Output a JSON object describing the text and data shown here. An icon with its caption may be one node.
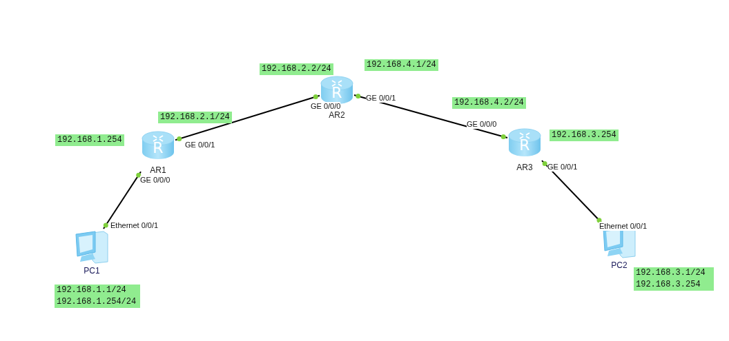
{
  "diagram": {
    "nodes": [
      {
        "text": [
          "PC1"
        ]
      },
      {
        "text": [
          "R",
          "AR1"
        ]
      },
      {
        "text": [
          "R",
          "AR2"
        ]
      },
      {
        "text": [
          "R",
          "AR3"
        ]
      },
      {
        "text": [
          "PC2"
        ]
      }
    ],
    "edges": [
      {
        "from": 1,
        "to": 0,
        "arrow": "none"
      },
      {
        "from": 1,
        "to": 2,
        "arrow": "none"
      },
      {
        "from": 2,
        "to": 3,
        "arrow": "none"
      },
      {
        "from": 3,
        "to": 4,
        "arrow": "none"
      }
    ],
    "labels": [
      "192.168.4.1/24",
      "192.168.2.2/24",
      "192.168.4.2/24",
      "GE 0/0/1",
      "GE 0/0/0",
      "192.168.2.1/24",
      "GE 0/0/0",
      "192.168.3.254",
      "192.168.1.254",
      "GE 0/0/1",
      "GE 0/0/1",
      "GE 0/0/0",
      "Ethernet 0/0/1",
      "Ethernet 0/0/1",
      "192.168.3.1/24",
      "192.168.3.254",
      "192.168.1.1/24",
      "192.168.1.254/24"
    ]
  }
}
